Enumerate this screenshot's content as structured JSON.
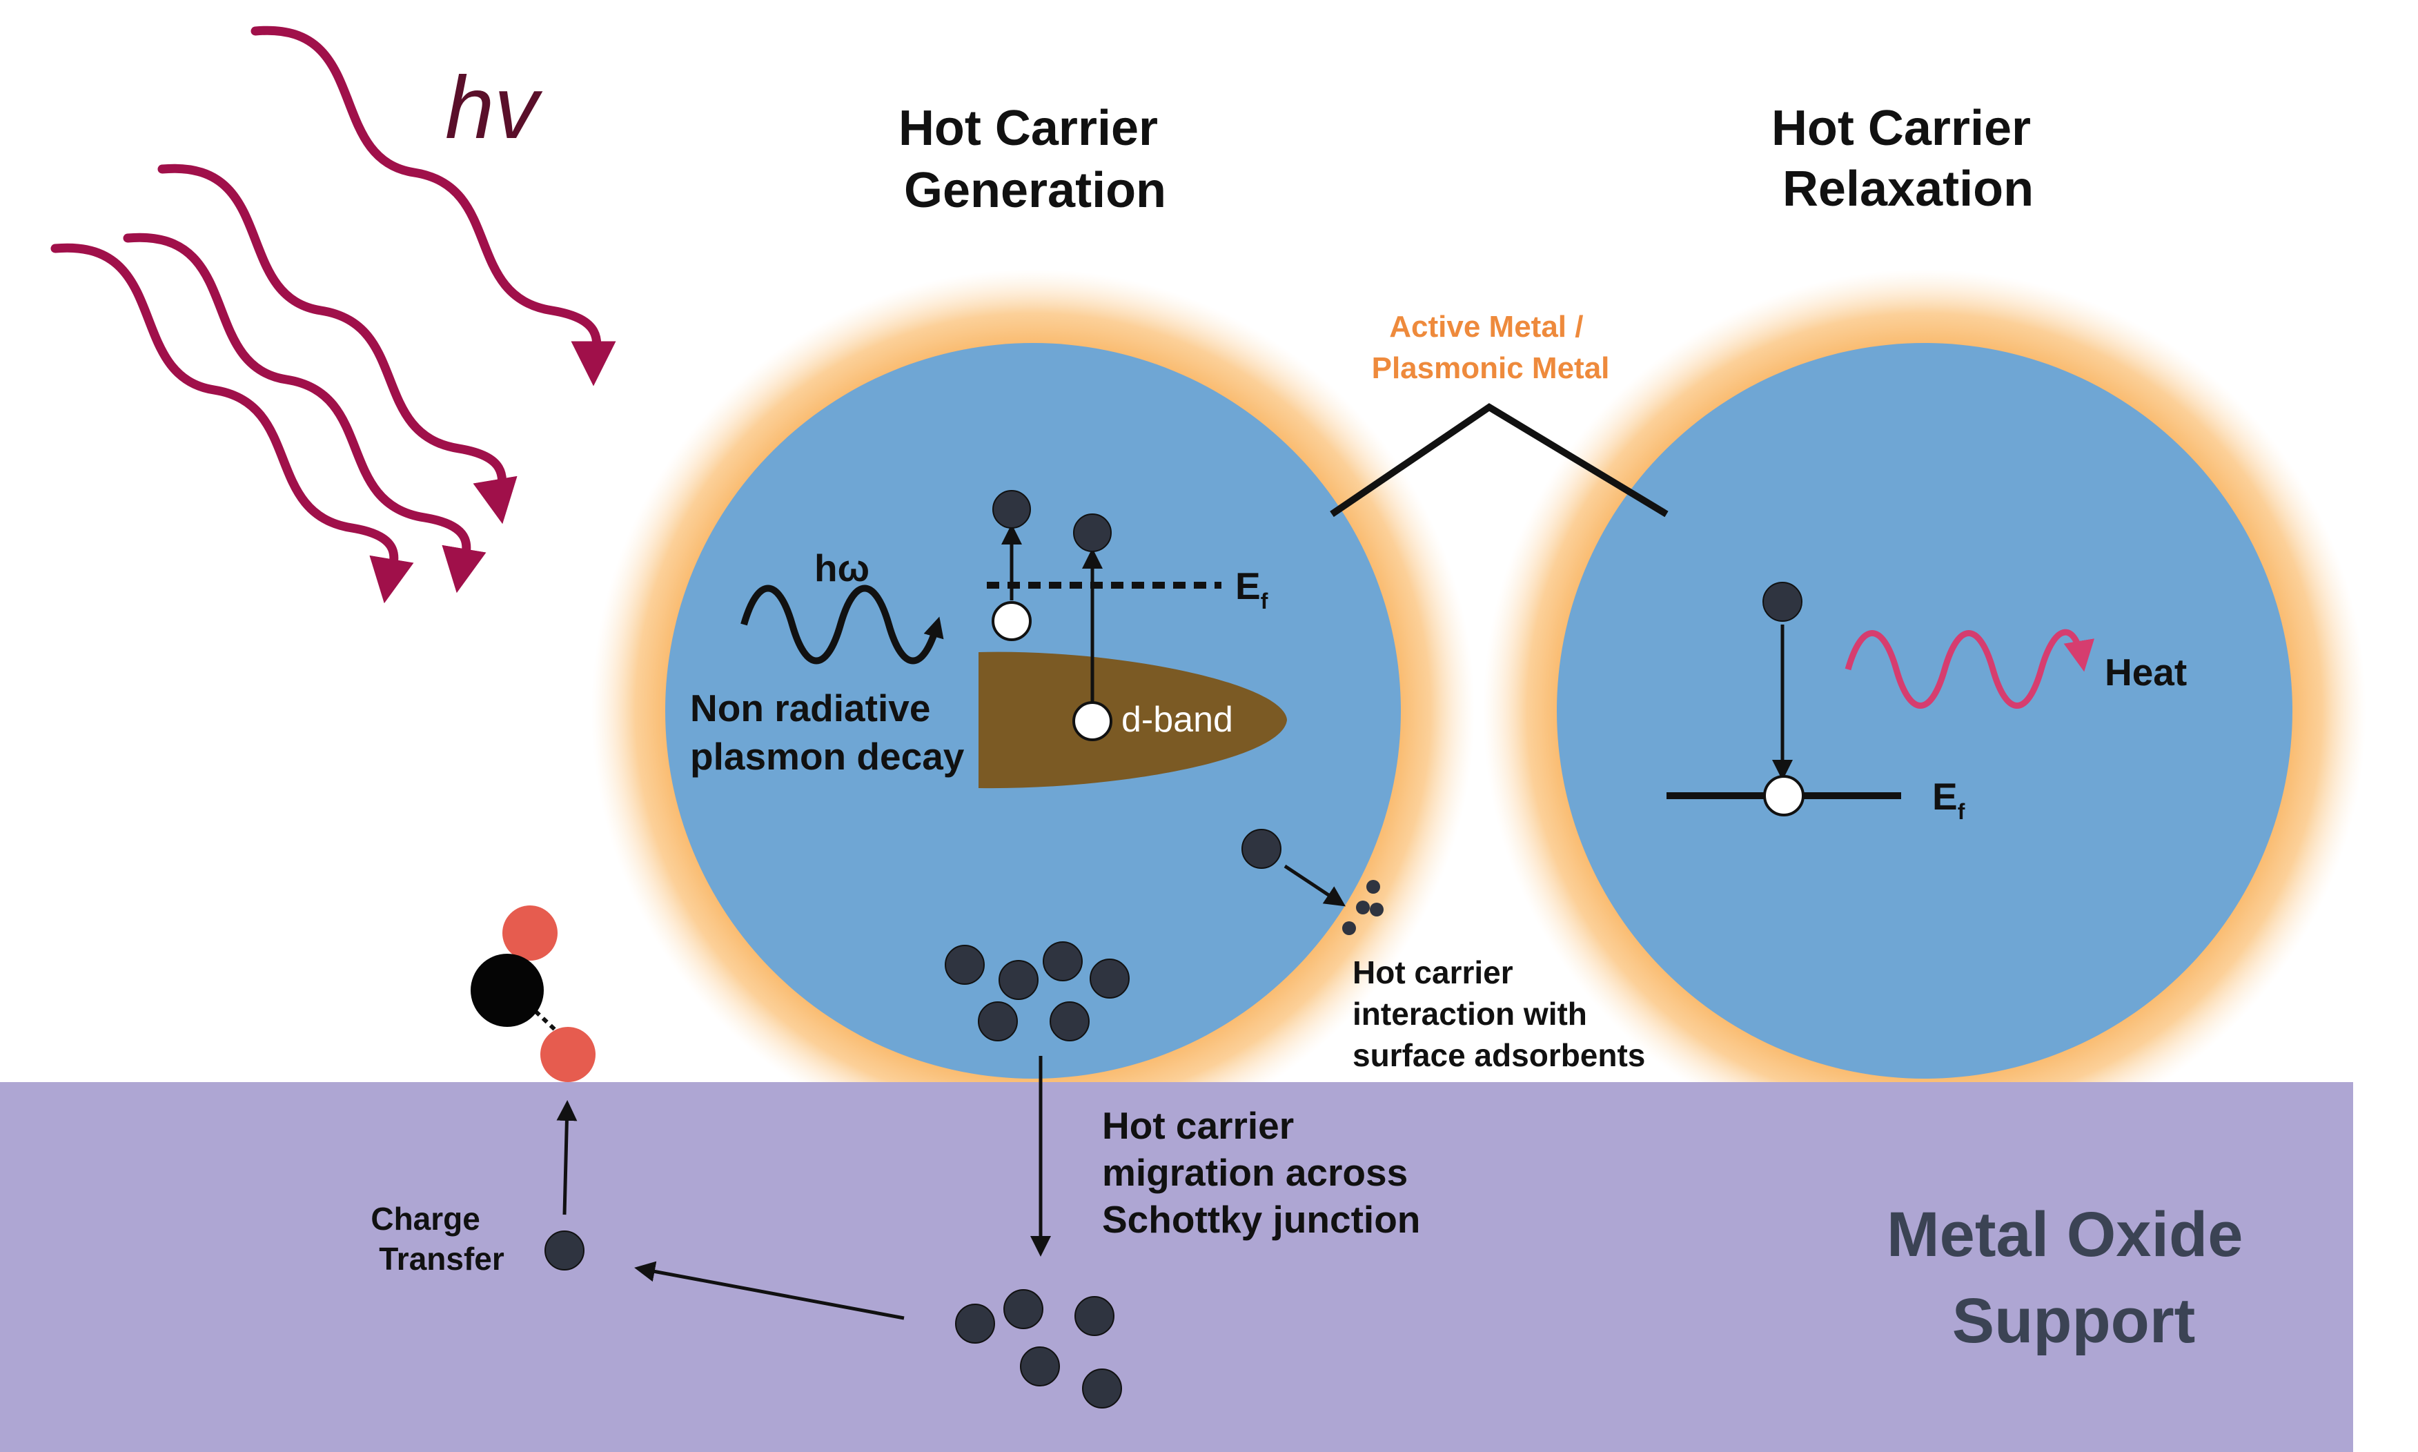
{
  "photon_label": "hv",
  "generation_title": [
    "Hot Carrier",
    "Generation"
  ],
  "relaxation_title": [
    "Hot Carrier",
    "Relaxation"
  ],
  "metal_label": [
    "Active Metal /",
    "Plasmonic Metal"
  ],
  "plasmon_label": "hω",
  "fermi_main": "E",
  "fermi_sub": "f",
  "dband_label": "d-band",
  "decay_label": [
    "Non radiative",
    "plasmon decay"
  ],
  "heat_label": "Heat",
  "adsorbent_label": [
    "Hot carrier",
    "interaction with",
    "surface adsorbents"
  ],
  "migration_label": [
    "Hot carrier",
    "migration across",
    "Schottky junction"
  ],
  "charge_label": [
    "Charge",
    "Transfer"
  ],
  "support_label": [
    "Metal Oxide",
    "Support"
  ],
  "colors": {
    "particle_fill": "#6fa6d4",
    "glow": "#f9b15c",
    "support": "#aea6d3",
    "photon": "#a0104a",
    "heat_wave": "#d63d6f",
    "electron": "#2f3440",
    "dband": "#7b5a24",
    "oxygen": "#e65c4f"
  },
  "icons": [
    "photon-wave-icon",
    "electron-icon",
    "hole-icon",
    "molecule-icon"
  ]
}
